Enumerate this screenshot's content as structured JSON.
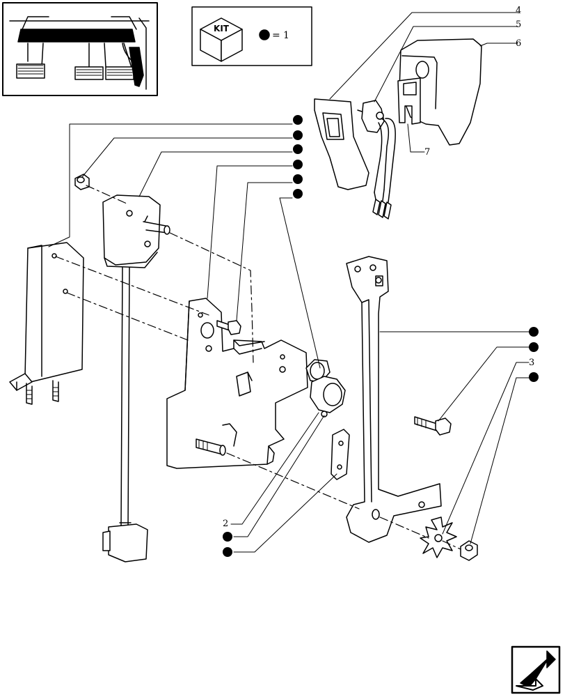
{
  "legend": {
    "kit_label": "KIT",
    "equals": "=",
    "count": "1"
  },
  "callouts": {
    "c2": "2",
    "c3": "3",
    "c4": "4",
    "c5": "5",
    "c6": "6",
    "c7": "7"
  },
  "navigation": {
    "icon": "back-arrow-icon"
  }
}
